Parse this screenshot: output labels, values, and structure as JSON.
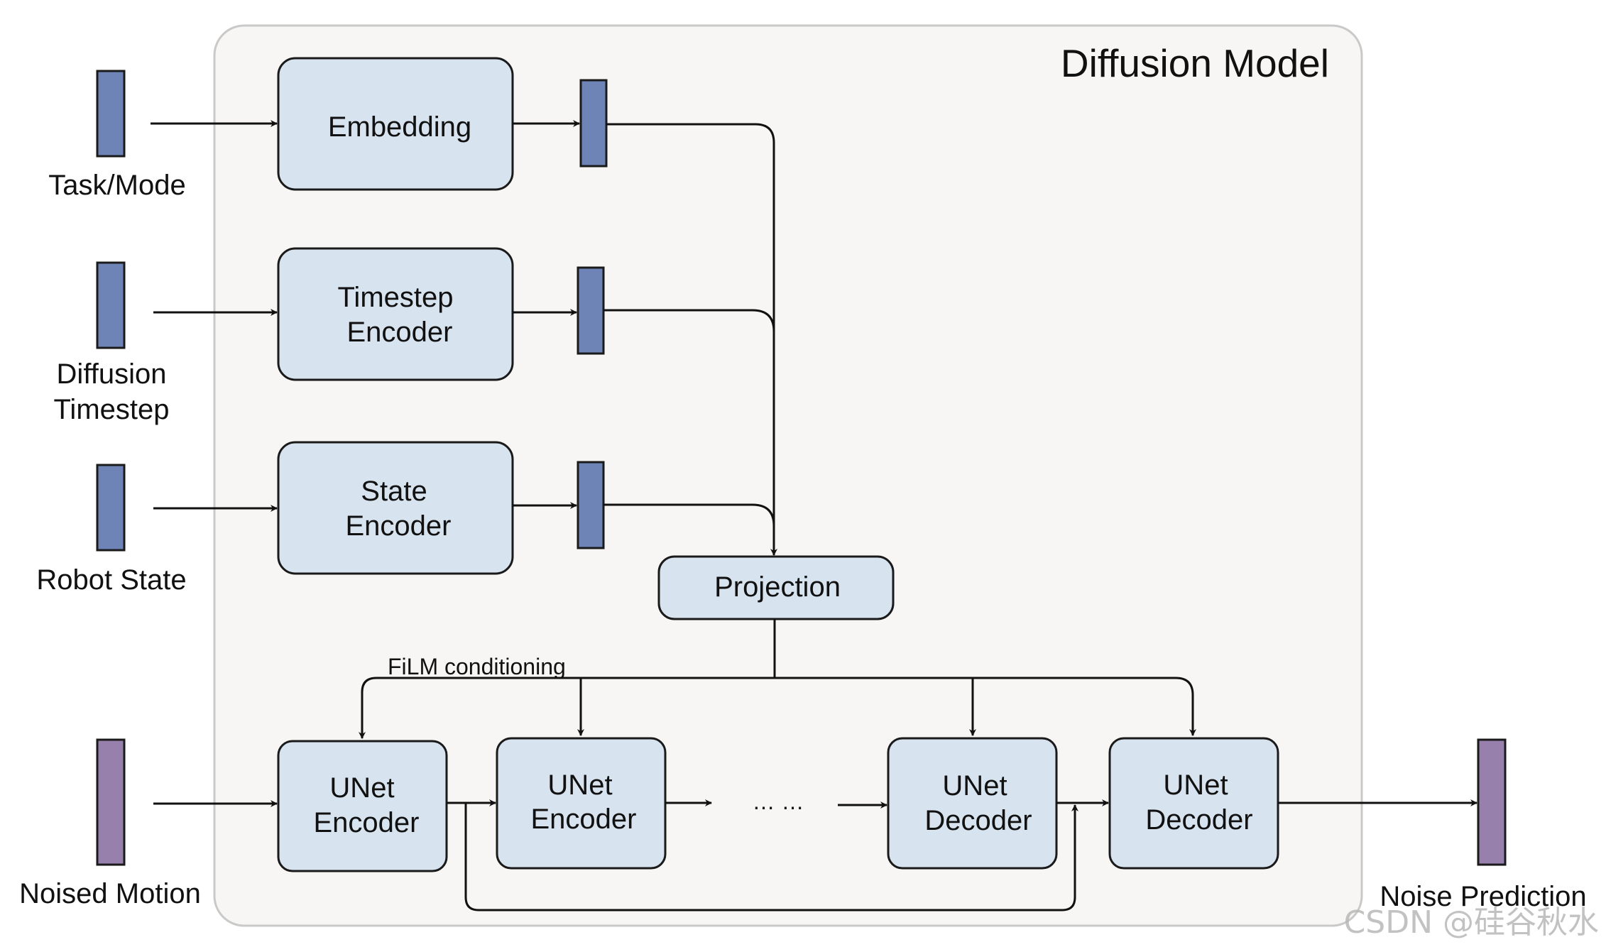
{
  "container": {
    "title": "Diffusion Model"
  },
  "inputs": {
    "task_mode": "Task/Mode",
    "diffusion_timestep_line1": "Diffusion",
    "diffusion_timestep_line2": "Timestep",
    "robot_state": "Robot State",
    "noised_motion": "Noised Motion"
  },
  "modules": {
    "embedding": "Embedding",
    "timestep_encoder_line1": "Timestep",
    "timestep_encoder_line2": "Encoder",
    "state_encoder_line1": "State",
    "state_encoder_line2": "Encoder",
    "projection": "Projection",
    "unet_encoder_1_line1": "UNet",
    "unet_encoder_1_line2": "Encoder",
    "unet_encoder_2_line1": "UNet",
    "unet_encoder_2_line2": "Encoder",
    "unet_decoder_1_line1": "UNet",
    "unet_decoder_1_line2": "Decoder",
    "unet_decoder_2_line1": "UNet",
    "unet_decoder_2_line2": "Decoder"
  },
  "annotations": {
    "film_conditioning": "FiLM conditioning",
    "ellipsis": "… …"
  },
  "output": {
    "noise_prediction": "Noise Prediction"
  },
  "watermark": "CSDN @硅谷秋水",
  "colors": {
    "module_fill": "#d7e3ee",
    "container_fill": "#f7f6f4",
    "condition_token": "#6f84b6",
    "motion_token": "#9880ad"
  }
}
